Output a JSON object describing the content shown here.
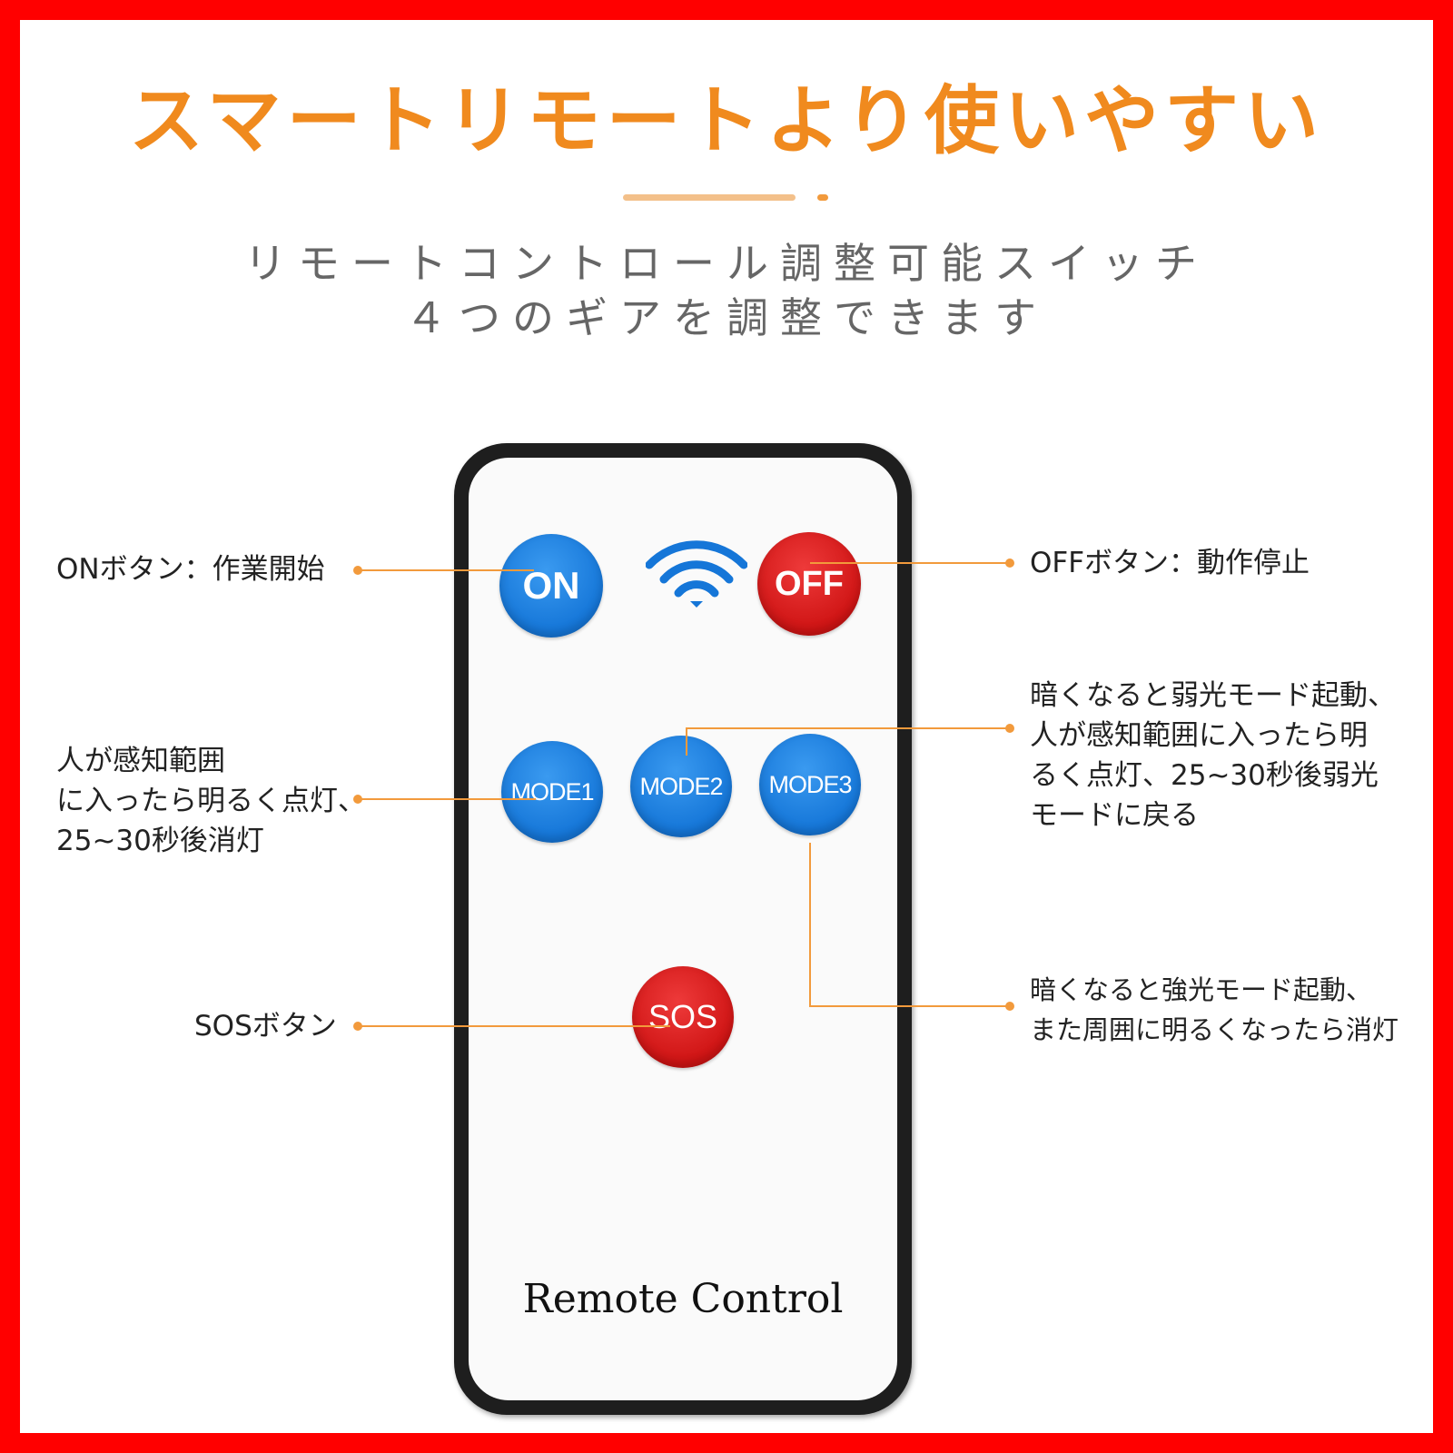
{
  "headline": "スマートリモートより使いやすい",
  "subtitle_line1": "リモートコントロール調整可能スイッチ",
  "subtitle_line2": "４つのギアを調整できます",
  "remote": {
    "label": "Remote Control",
    "buttons": {
      "on": "ON",
      "off": "OFF",
      "mode1": "MODE1",
      "mode2": "MODE2",
      "mode3": "MODE3",
      "sos": "SOS"
    },
    "signal_icon": "wifi-icon"
  },
  "annotations": {
    "on": "ONボタン：作業開始",
    "off": "OFFボタン：動作停止",
    "mode1": "人が感知範囲\nに入ったら明るく点灯、\n25~30秒後消灯",
    "mode2": "暗くなると弱光モード起動、\n人が感知範囲に入ったら明\nるく点灯、25~30秒後弱光\nモードに戻る",
    "mode3": "暗くなると強光モード起動、\nまた周囲に明るくなったら消灯",
    "sos": "SOSボタン"
  },
  "colors": {
    "border": "#ff0000",
    "headline": "#f08a1e",
    "leader_line": "#f29a3c",
    "blue_button": "#1576d8",
    "red_button": "#cf1414"
  }
}
